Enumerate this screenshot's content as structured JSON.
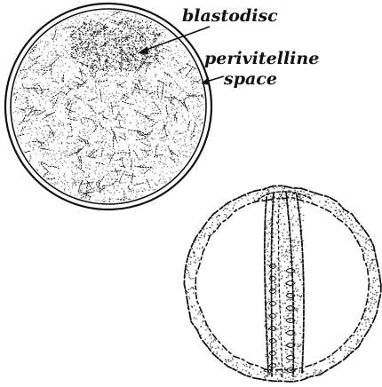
{
  "figure": {
    "labels": {
      "blastodisc": "blastodisc",
      "perivitelline_line1": "perivitelline",
      "perivitelline_line2": "space"
    },
    "colors": {
      "ink": "#111111",
      "background": "#ffffff"
    }
  }
}
